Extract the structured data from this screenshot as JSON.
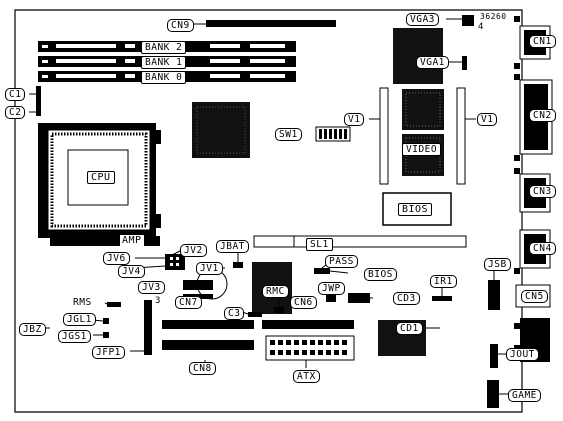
{
  "diagram": {
    "ref_number": "36260",
    "labels": {
      "cn9": "CN9",
      "vga3": "VGA3",
      "vga1": "VGA1",
      "cn1": "CN1",
      "cn2": "CN2",
      "cn3": "CN3",
      "cn4": "CN4",
      "cn5": "CN5",
      "bank2": "BANK 2",
      "bank1": "BANK 1",
      "bank0": "BANK 0",
      "c1": "C1",
      "c2": "C2",
      "sw1": "SW1",
      "v1_left": "V1",
      "v1_right": "V1",
      "video": "VIDEO",
      "cpu": "CPU",
      "bios_chip": "BIOS",
      "amp": "AMP",
      "jbat": "JBAT",
      "sl1": "SL1",
      "jv2": "JV2",
      "jv6": "JV6",
      "jv4": "JV4",
      "jv1": "JV1",
      "jv3": "JV3",
      "pass": "PASS",
      "bios_jumper": "BIOS",
      "jsb": "JSB",
      "ir1": "IR1",
      "rmc": "RMC",
      "jwp": "JWP",
      "cd3": "CD3",
      "rms": "RMS",
      "jgl1": "JGL1",
      "jbz": "JBZ",
      "jgs1": "JGS1",
      "jfp1": "JFP1",
      "c3": "C3",
      "cn7": "CN7",
      "cn6": "CN6",
      "cd1": "CD1",
      "jout": "JOUT",
      "cn8": "CN8",
      "atx": "ATX",
      "game": "GAME",
      "pin3": "3",
      "pin4": "4"
    }
  }
}
